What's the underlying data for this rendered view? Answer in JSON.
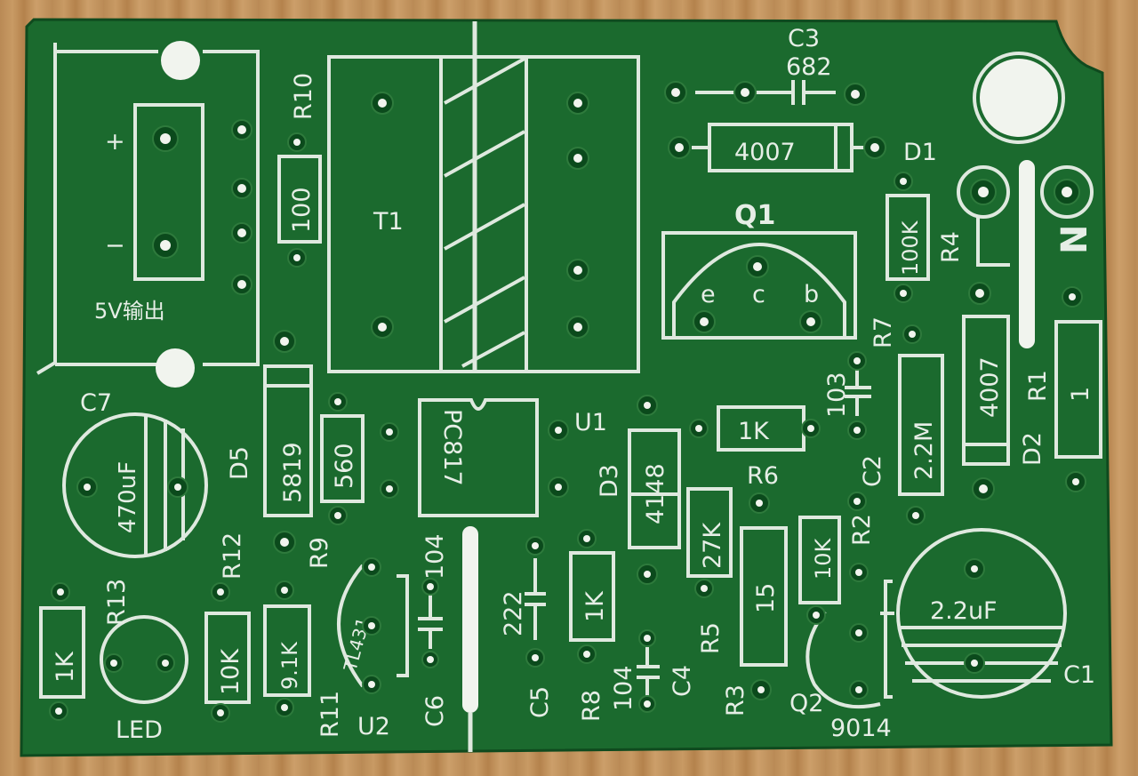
{
  "board": {
    "output_label": "5V输出",
    "plus": "+",
    "minus": "−",
    "t1": "T1",
    "led": "LED",
    "refs": {
      "r10": "R10",
      "r12": "R12",
      "r13": "R13",
      "r9": "R9",
      "r11": "R11",
      "r8": "R8",
      "r5": "R5",
      "r3": "R3",
      "r4": "R4",
      "r7": "R7",
      "r1": "R1",
      "r2": "R2",
      "r6": "R6",
      "c7": "C7",
      "c3": "C3",
      "c6": "C6",
      "c5": "C5",
      "c4": "C4",
      "c2": "C2",
      "c1": "C1",
      "d1": "D1",
      "d2": "D2",
      "d3": "D3",
      "d5": "D5",
      "q1": "Q1",
      "q2": "Q2",
      "u1": "U1",
      "u2": "U2"
    },
    "values": {
      "c3": "682",
      "d1": "4007",
      "r10": "100",
      "r4": "100K",
      "d5": "5819",
      "r9": "560",
      "u1": "PC817",
      "d3": "4148",
      "r6": "1K",
      "c2": "103",
      "r7": "2.2M",
      "d2": "4007",
      "r1": "1",
      "c7": "470uF",
      "c6": "104",
      "c5": "222",
      "r8": "1K",
      "c4": "104",
      "r5": "27K",
      "r3": "15",
      "r2": "10K",
      "c1": "2.2uF",
      "r13": "1K",
      "r12": "10K",
      "r11": "9.1K",
      "u2": "TL431",
      "q2": "9014"
    },
    "q1_pins": {
      "e": "e",
      "c": "c",
      "b": "b"
    },
    "coil_mark": "N"
  },
  "colors": {
    "pcb": "#1b6a2e",
    "silkscreen": "#dfe9df",
    "wood": "#c3935d"
  }
}
